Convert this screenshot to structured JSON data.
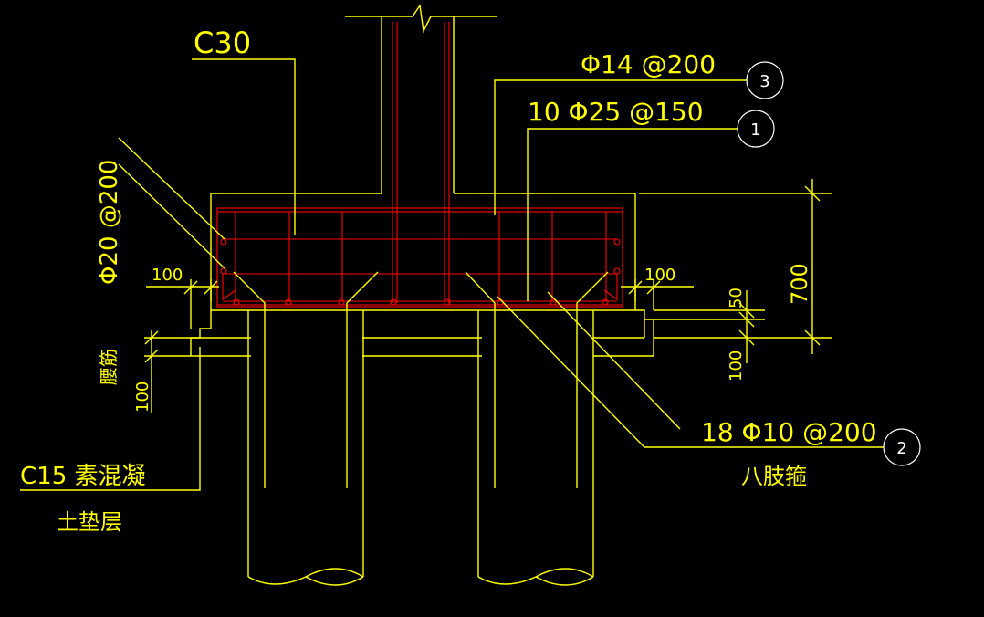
{
  "drawing": {
    "concrete_grade": "C30",
    "rebar_top": "Φ14 @200",
    "rebar_bottom": "10 Φ25 @150",
    "rebar_side": "Φ20 @200",
    "stirrup": "18 Φ10 @200",
    "stirrup_type": "八肢箍",
    "bedding_line1": "C15 素混凝",
    "bedding_line2": "土垫层",
    "waist_bar": "腰筋",
    "dim_700": "700",
    "dim_50": "50",
    "dim_100_left": "100",
    "dim_100_right": "100",
    "dim_100_bottom_left": "100",
    "dim_100_bottom_right": "100",
    "markers": [
      "3",
      "1",
      "2"
    ]
  },
  "colors": {
    "concrete_lines": "#ffff00",
    "rebar": "#ff0000",
    "markers": "#ffffff",
    "background": "#000000"
  }
}
